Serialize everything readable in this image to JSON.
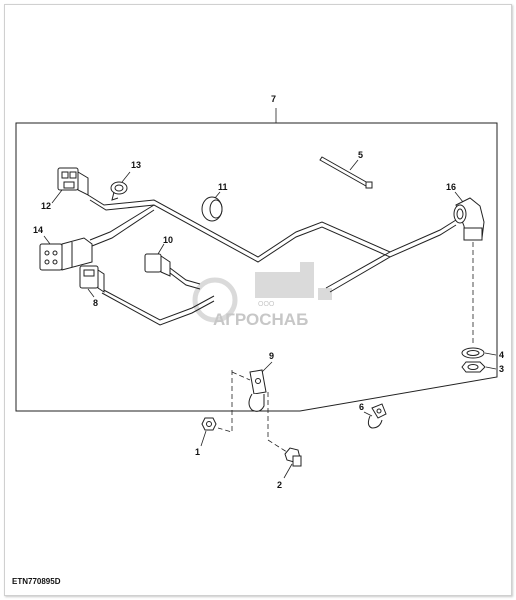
{
  "diagram": {
    "callouts": {
      "c1": "1",
      "c2": "2",
      "c3": "3",
      "c4": "4",
      "c5": "5",
      "c6": "6",
      "c7": "7",
      "c8": "8",
      "c9": "9",
      "c10": "10",
      "c11": "11",
      "c12": "12",
      "c13": "13",
      "c14": "14",
      "c16": "16"
    },
    "figure_code": "ETN770895D"
  },
  "watermark": {
    "text": "АГРОСНАБ",
    "small_text": "ООО"
  },
  "colors": {
    "line": "#222222",
    "watermark": "#c9c9c9"
  }
}
